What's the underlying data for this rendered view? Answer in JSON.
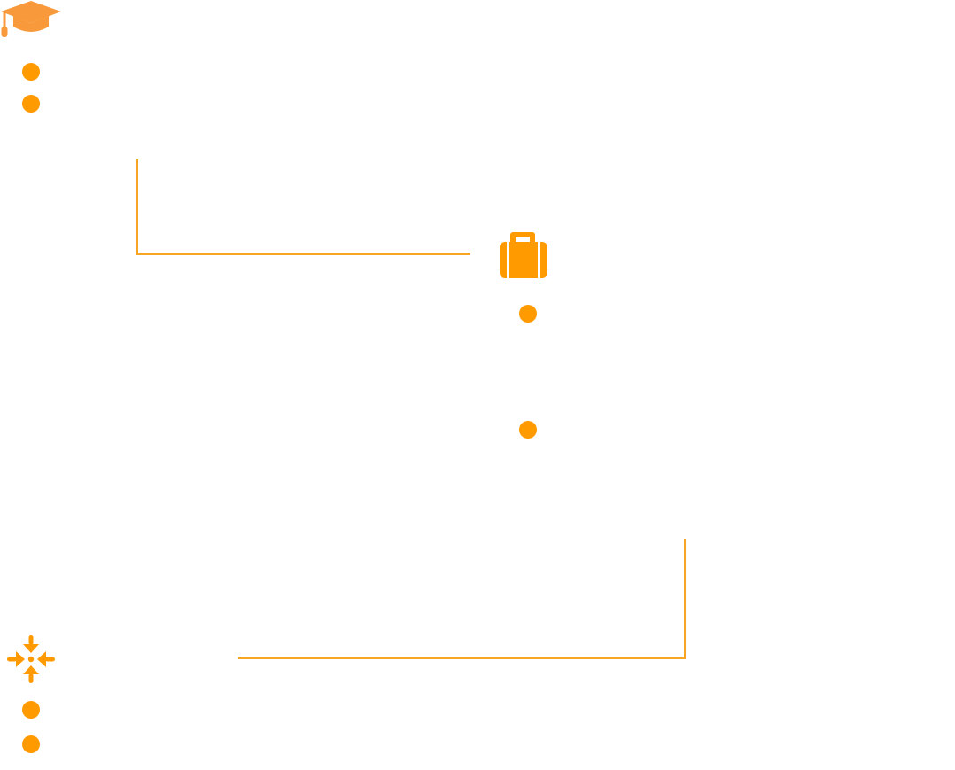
{
  "colors": {
    "accent": "#ff9a00",
    "cap": "#f89a3c",
    "connector": "#f6a623"
  },
  "sections": [
    {
      "icon": "graduation-cap-icon",
      "bullets": 2
    },
    {
      "icon": "suitcase-icon",
      "bullets": 2
    },
    {
      "icon": "converge-arrows-icon",
      "bullets": 2
    }
  ]
}
